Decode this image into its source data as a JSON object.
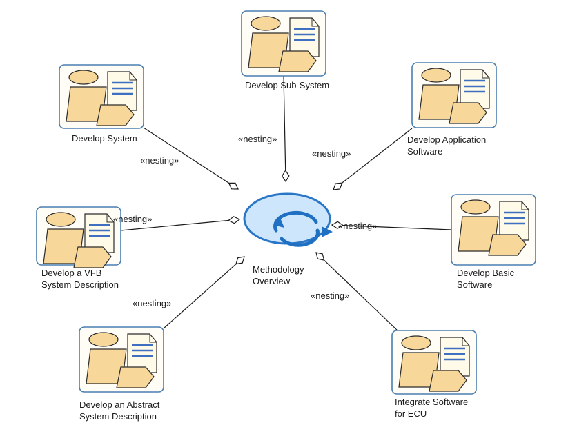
{
  "center": {
    "line1": "Methodology",
    "line2": "Overview"
  },
  "nodes": [
    {
      "id": "develop-system",
      "line1": "Develop System",
      "line2": ""
    },
    {
      "id": "develop-sub-system",
      "line1": "Develop Sub-System",
      "line2": ""
    },
    {
      "id": "develop-application-software",
      "line1": "Develop Application",
      "line2": "Software"
    },
    {
      "id": "develop-vfb",
      "line1": "Develop a VFB",
      "line2": "System Description"
    },
    {
      "id": "develop-basic-software",
      "line1": "Develop Basic",
      "line2": "Software"
    },
    {
      "id": "develop-abstract",
      "line1": "Develop an Abstract",
      "line2": "System Description"
    },
    {
      "id": "integrate-software-ecu",
      "line1": "Integrate Software",
      "line2": "for ECU"
    }
  ],
  "edge_label": "«nesting»",
  "colors": {
    "node_border": "#4a7fb0",
    "node_fill": "#fffdf6",
    "figure_fill": "#f8d89a",
    "figure_stroke": "#2b2b2b",
    "doc_fill": "#fffbe8",
    "doc_line": "#3f6fc0",
    "ellipse_fill": "#cde6fb",
    "ellipse_stroke": "#2a76c6",
    "cycle_arrow": "#1f6fc2",
    "line": "#1a1a1a"
  }
}
